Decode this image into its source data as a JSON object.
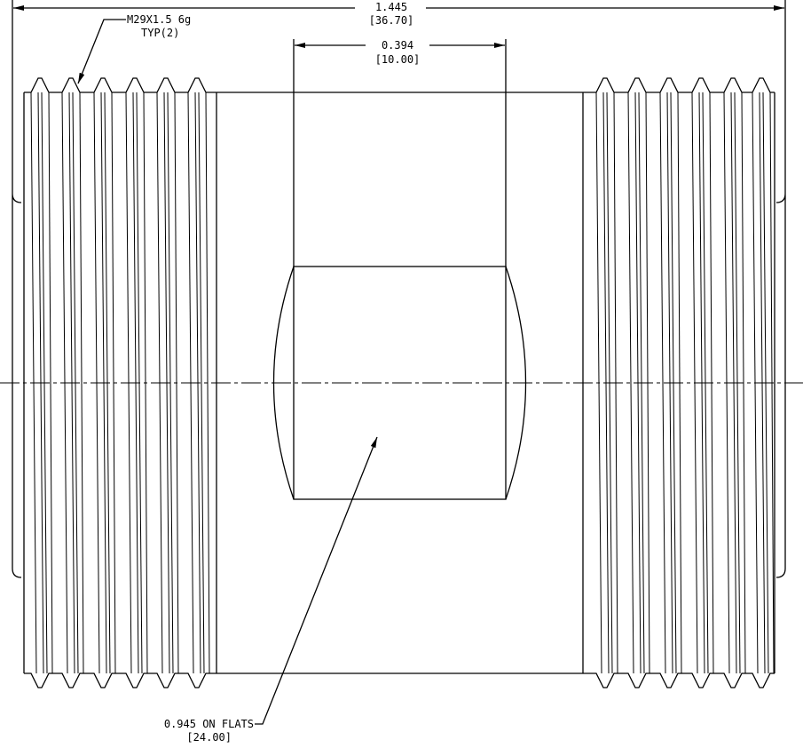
{
  "overall_length": {
    "inch": "1.445",
    "mm": "[36.70]"
  },
  "flat_width": {
    "inch": "0.394",
    "mm": "[10.00]"
  },
  "thread_note": {
    "line1": "M29X1.5 6g",
    "line2": "TYP(2)"
  },
  "flats_note": {
    "line1": "0.945 ON FLATS",
    "line2": "[24.00]"
  }
}
